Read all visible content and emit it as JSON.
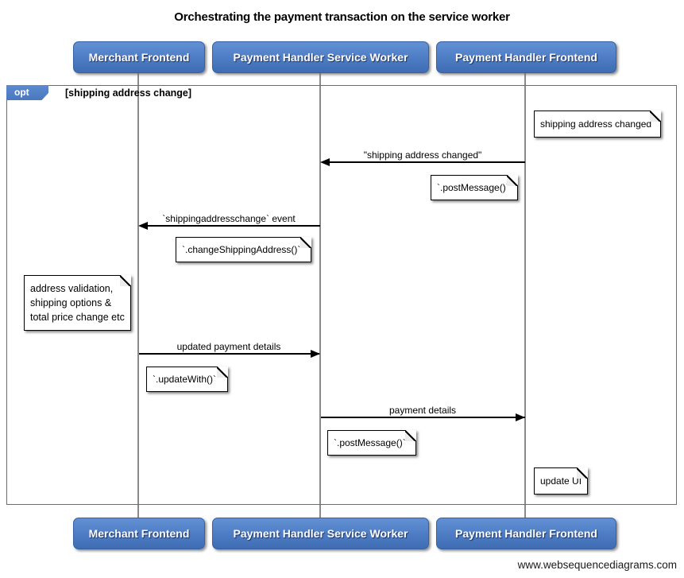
{
  "title": "Orchestrating the payment transaction on the service worker",
  "watermark": "www.websequencediagrams.com",
  "colors": {
    "actor_fill": "#4d7cc4",
    "actor_border": "#34619f",
    "frame_border": "#6b6b6b",
    "lifeline": "#8a8a8a",
    "note_fill": "#ffffff",
    "note_border": "#000000",
    "arrow": "#000000",
    "opt_tab_fill": "#4a78c0"
  },
  "actors": [
    {
      "label": "Merchant Frontend"
    },
    {
      "label": "Payment Handler Service Worker"
    },
    {
      "label": "Payment Handler Frontend"
    }
  ],
  "opt_frame": {
    "operator": "opt",
    "guard": "[shipping address change]"
  },
  "messages": [
    {
      "label": "\"shipping address changed\"",
      "from": "Payment Handler Frontend",
      "to": "Payment Handler Service Worker",
      "direction": "left"
    },
    {
      "label": "`shippingaddresschange` event",
      "from": "Payment Handler Service Worker",
      "to": "Merchant Frontend",
      "direction": "left"
    },
    {
      "label": "updated payment details",
      "from": "Merchant Frontend",
      "to": "Payment Handler Service Worker",
      "direction": "right"
    },
    {
      "label": "payment details",
      "from": "Payment Handler Service Worker",
      "to": "Payment Handler Frontend",
      "direction": "right"
    }
  ],
  "notes": [
    {
      "text": "shipping address changed",
      "position": "right of Payment Handler Frontend"
    },
    {
      "text": "`.postMessage()`",
      "position": "left of Payment Handler Frontend"
    },
    {
      "text": "`.changeShippingAddress()`",
      "position": "left of Payment Handler Service Worker"
    },
    {
      "text": "address validation,\nshipping options &\ntotal price change etc",
      "position": "left of Merchant Frontend"
    },
    {
      "text": "`.updateWith()`",
      "position": "right of Merchant Frontend"
    },
    {
      "text": "`.postMessage()`",
      "position": "right of Payment Handler Service Worker"
    },
    {
      "text": "update UI",
      "position": "right of Payment Handler Frontend"
    }
  ]
}
